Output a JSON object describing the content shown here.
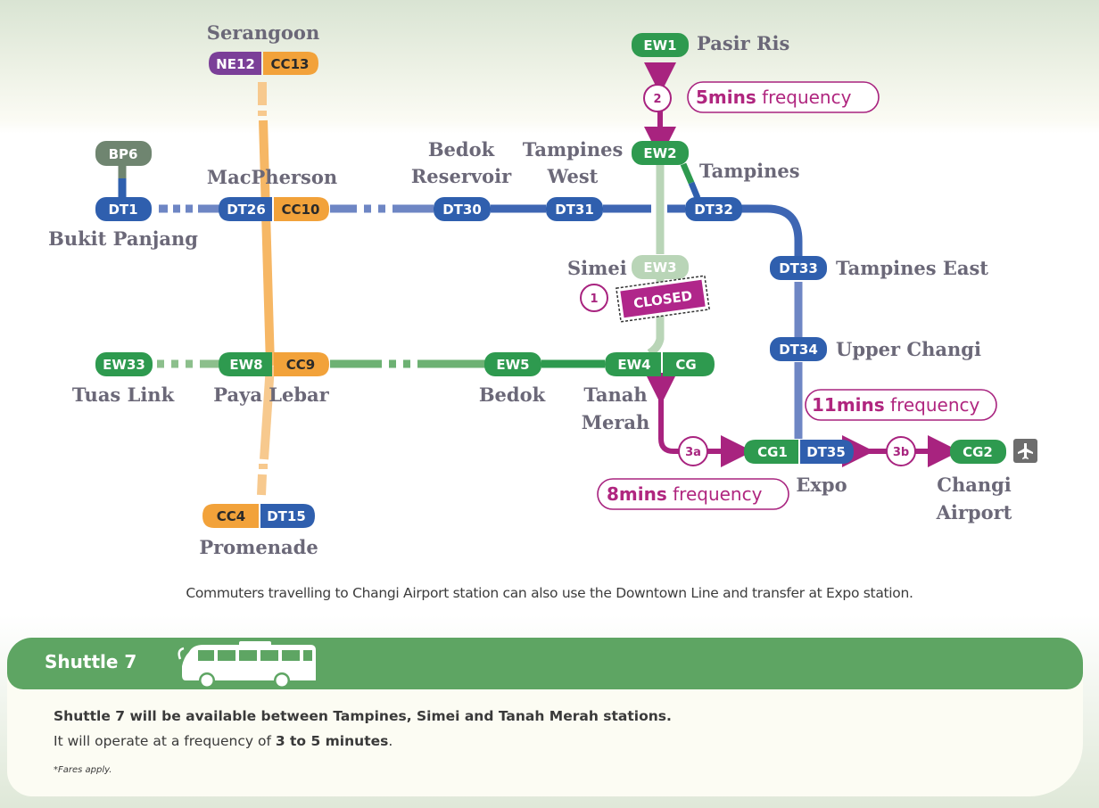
{
  "colors": {
    "downtown": "#2f5fae",
    "downtown_light": "#6e86c4",
    "circle": "#f2a23a",
    "circle_light": "#f7c98e",
    "eastwest": "#2e9a4f",
    "eastwest_light": "#6db173",
    "eastwest_closed": "#b9d5b7",
    "northeast": "#7b3f98",
    "bukit_panjang": "#6f8570",
    "shuttle_magenta": "#a8237f",
    "airport_icon": "#6d6d6d"
  },
  "stations": {
    "serangoon": {
      "name": "Serangoon",
      "codes": [
        "NE12",
        "CC13"
      ]
    },
    "bp6": {
      "codes": [
        "BP6"
      ]
    },
    "bukit_panjang": {
      "name": "Bukit Panjang",
      "codes": [
        "DT1"
      ]
    },
    "macpherson": {
      "name": "MacPherson",
      "codes": [
        "DT26",
        "CC10"
      ]
    },
    "bedok_reservoir": {
      "name_line1": "Bedok",
      "name_line2": "Reservoir",
      "codes": [
        "DT30"
      ]
    },
    "tampines_west": {
      "name_line1": "Tampines",
      "name_line2": "West",
      "codes": [
        "DT31"
      ]
    },
    "pasir_ris": {
      "name": "Pasir Ris",
      "codes": [
        "EW1"
      ]
    },
    "tampines": {
      "name": "Tampines",
      "codes": [
        "EW2",
        "DT32"
      ]
    },
    "tampines_east": {
      "name": "Tampines East",
      "codes": [
        "DT33"
      ]
    },
    "simei": {
      "name": "Simei",
      "codes": [
        "EW3"
      ],
      "status": "CLOSED"
    },
    "upper_changi": {
      "name": "Upper Changi",
      "codes": [
        "DT34"
      ]
    },
    "tuas_link": {
      "name": "Tuas Link",
      "codes": [
        "EW33"
      ]
    },
    "paya_lebar": {
      "name": "Paya Lebar",
      "codes": [
        "EW8",
        "CC9"
      ]
    },
    "bedok": {
      "name": "Bedok",
      "codes": [
        "EW5"
      ]
    },
    "tanah_merah": {
      "name_line1": "Tanah",
      "name_line2": "Merah",
      "codes": [
        "EW4",
        "CG"
      ]
    },
    "expo": {
      "name": "Expo",
      "codes": [
        "CG1",
        "DT35"
      ]
    },
    "changi_airport": {
      "name_line1": "Changi",
      "name_line2": "Airport",
      "codes": [
        "CG2"
      ],
      "icon": "airplane-icon"
    },
    "promenade": {
      "name": "Promenade",
      "codes": [
        "CC4",
        "DT15"
      ]
    }
  },
  "shuttle_segments": {
    "s1": {
      "label": "1"
    },
    "s2": {
      "label": "2",
      "freq_bold": "5mins",
      "freq_rest": " frequency"
    },
    "s3a": {
      "label": "3a",
      "freq_bold": "8mins",
      "freq_rest": " frequency"
    },
    "s3b": {
      "label": "3b"
    },
    "dtl": {
      "freq_bold": "11mins",
      "freq_rest": " frequency"
    }
  },
  "note": "Commuters travelling to Changi Airport station can also use the Downtown Line and transfer at Expo station.",
  "shuttle": {
    "title": "Shuttle 7",
    "line1": "Shuttle 7 will be available between Tampines, Simei and Tanah Merah stations.",
    "line2_pre": "It will operate at a frequency of ",
    "line2_bold": "3 to 5 minutes",
    "line2_post": ".",
    "footnote": "*Fares apply."
  }
}
